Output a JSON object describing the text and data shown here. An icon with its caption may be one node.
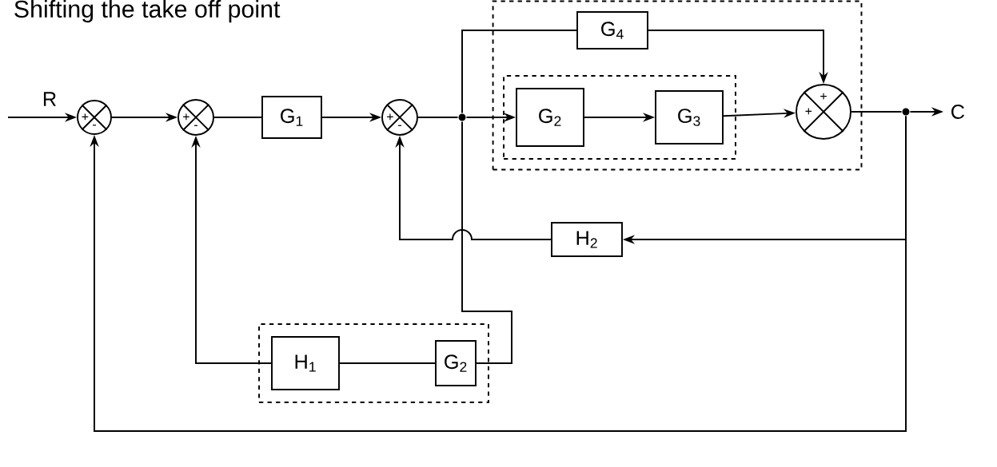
{
  "diagram": {
    "title": "Shifting the take off point",
    "nodes": [
      {
        "text": [
          "+",
          "-"
        ]
      },
      {
        "text": [
          "+",
          "-"
        ]
      },
      {
        "text": [
          "G$_{1}$"
        ]
      },
      {
        "text": [
          "+",
          "-"
        ]
      },
      {
        "text": [],
        "shape": "dot"
      },
      {
        "text": [],
        "shape": "box"
      },
      {
        "text": [],
        "shape": "box",
        "in": 5
      },
      {
        "text": [
          "G$_{2}$"
        ],
        "in": 6
      },
      {
        "text": [
          "G$_{3}$"
        ],
        "in": 6
      },
      {
        "text": [
          "G$_{4}$"
        ],
        "in": 5
      },
      {
        "text": [
          "+",
          "+"
        ],
        "in": 5
      },
      {
        "text": [],
        "shape": "dot"
      },
      {
        "text": [
          "H$_{2}$"
        ]
      },
      {
        "text": [],
        "shape": "box"
      },
      {
        "text": [
          "H$_{1}$"
        ],
        "in": 13
      },
      {
        "text": [
          "G$_{2}$"
        ],
        "in": 13
      }
    ],
    "edges": [
      {
        "from": null,
        "to": 0,
        "arrow": "to",
        "label": "R"
      },
      {
        "from": 0,
        "to": 1,
        "arrow": "to"
      },
      {
        "from": 1,
        "to": 2,
        "arrow": "none"
      },
      {
        "from": 2,
        "to": 3,
        "arrow": "to"
      },
      {
        "from": 3,
        "to": 4,
        "arrow": "none"
      },
      {
        "from": 4,
        "to": 7,
        "arrow": "to"
      },
      {
        "from": 7,
        "to": 8,
        "arrow": "to"
      },
      {
        "from": 8,
        "to": 10,
        "arrow": "to"
      },
      {
        "from": 4,
        "to": 9,
        "arrow": "none"
      },
      {
        "from": 9,
        "to": 10,
        "arrow": "to"
      },
      {
        "from": 10,
        "to": 11,
        "arrow": "none"
      },
      {
        "from": 11,
        "to": null,
        "arrow": "to",
        "label": "C"
      },
      {
        "from": 11,
        "to": 12,
        "arrow": "to"
      },
      {
        "from": 12,
        "to": 3,
        "arrow": "to"
      },
      {
        "from": 4,
        "to": 15,
        "arrow": "none"
      },
      {
        "from": 15,
        "to": 14,
        "arrow": "none"
      },
      {
        "from": 14,
        "to": 1,
        "arrow": "to"
      },
      {
        "from": 11,
        "to": 0,
        "arrow": "to"
      }
    ]
  }
}
